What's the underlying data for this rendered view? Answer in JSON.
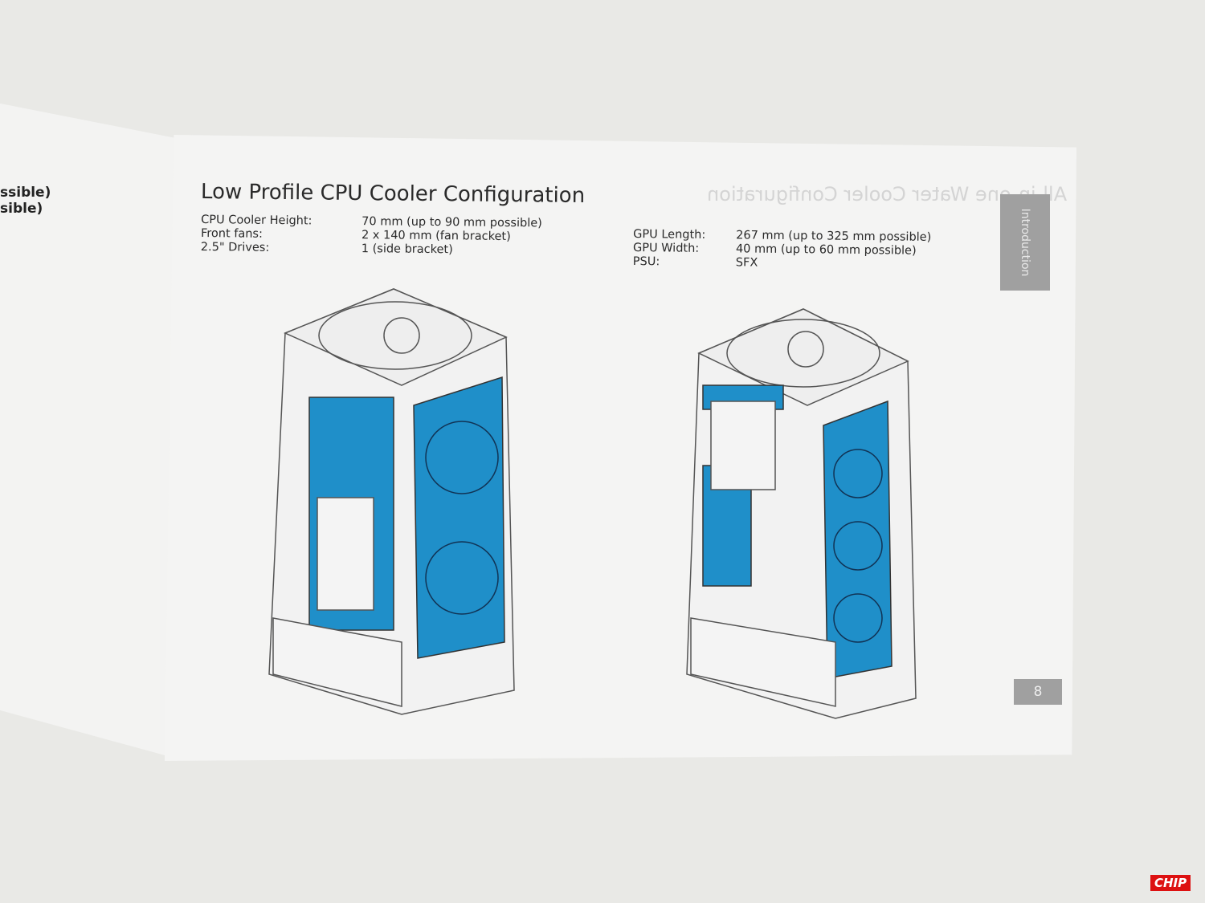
{
  "left_page": {
    "lines": [
      "ssible)",
      "sible)"
    ]
  },
  "title": "Low Profile CPU Cooler Configuration",
  "ghost_title": "All-in-one Water Cooler Configuration",
  "specs_left": [
    {
      "label": "CPU Cooler Height:",
      "value": "70 mm (up to 90 mm possible)"
    },
    {
      "label": "Front fans:",
      "value": "2 x 140 mm (fan bracket)"
    },
    {
      "label": "2.5\" Drives:",
      "value": "1 (side bracket)"
    }
  ],
  "specs_right": [
    {
      "label": "GPU Length:",
      "value": "267 mm (up to 325 mm possible)"
    },
    {
      "label": "GPU Width:",
      "value": "40 mm (up to 60 mm possible)"
    },
    {
      "label": "PSU:",
      "value": "SFX"
    }
  ],
  "section_tab": "Introduction",
  "page_number": "8",
  "watermark": "CHIP",
  "colors": {
    "accent_blue": "#1f8fc9",
    "tab_gray": "#a0a0a0"
  }
}
